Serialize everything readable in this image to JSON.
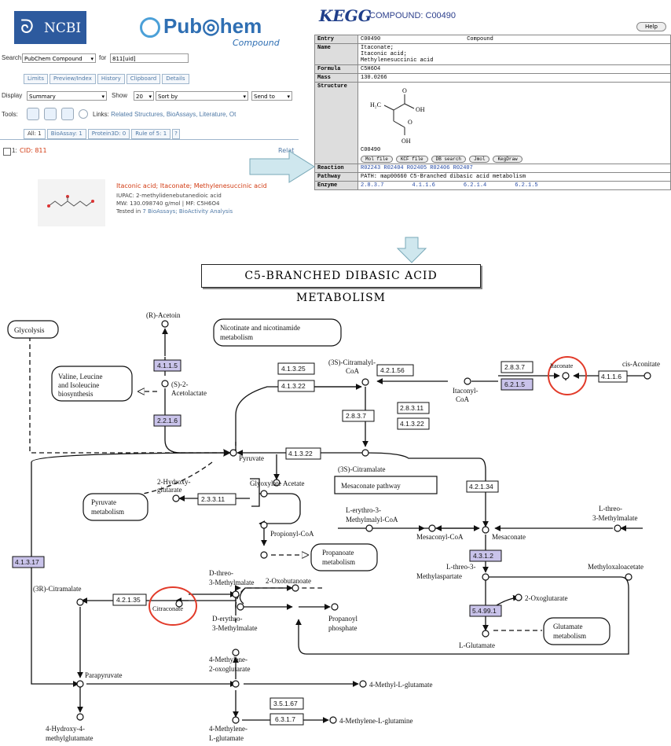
{
  "pubchem": {
    "ncbi_symbol": "ᘐ",
    "ncbi_text": "NCBI",
    "brand": "Pub◎hem",
    "brand_sub": "Compound",
    "search_label": "Search",
    "search_db": "PubChem Compound",
    "for_label": "for",
    "search_value": "811[uid]",
    "tabs": [
      "Limits",
      "Preview/Index",
      "History",
      "Clipboard",
      "Details"
    ],
    "display_label": "Display",
    "display_value": "Summary",
    "show_label": "Show",
    "show_value": "20",
    "sort_value": "Sort by",
    "send_value": "Send to",
    "tools_label": "Tools:",
    "links_label": "Links:",
    "links_text": "Related Structures, BioAssays, Literature, Ot",
    "filter_tabs": [
      "All: 1",
      "BioAssay: 1",
      "Protein3D: 0",
      "Rule of 5: 1"
    ],
    "result_checkbox_label": "1:",
    "result_cid": "CID: 811",
    "result_related": "Relat",
    "result_name": "Itaconic acid; Itaconate; Methylenesuccinic acid",
    "result_iupac": "IUPAC: 2-methylidenebutanedioic acid",
    "result_mw": "MW: 130.098740 g/mol | MF: C5H6O4",
    "result_tested_prefix": "Tested in",
    "result_tested_link": "7 BioAssays;",
    "result_bioactivity": "BioActivity Analysis"
  },
  "kegg": {
    "logo": "KEGG",
    "title": "COMPOUND: C00490",
    "help_button": "Help",
    "entry_label": "Entry",
    "entry_id": "C00490",
    "entry_type": "Compound",
    "name_label": "Name",
    "names": [
      "Itaconate;",
      "Itaconic acid;",
      "Methylenesuccinic acid"
    ],
    "formula_label": "Formula",
    "formula": "C5H6O4",
    "mass_label": "Mass",
    "mass": "130.0266",
    "structure_label": "Structure",
    "structure_id": "C00490",
    "structure_buttons": [
      "Mol file",
      "KCF file",
      "DB search",
      "Jmol",
      "KegDraw"
    ],
    "reaction_label": "Reaction",
    "reactions": "R02243  R02404  R02405  R02406  R02407",
    "pathway_label": "Pathway",
    "pathway_text": "PATH: map00660   C5-Branched dibasic acid metabolism",
    "enzyme_label": "Enzyme",
    "enzymes": [
      "2.8.3.7",
      "4.1.1.6",
      "6.2.1.4",
      "6.2.1.5"
    ]
  },
  "banner": "C5-BRANCHED DIBASIC ACID METABOLISM",
  "diagram": {
    "glycolysis": "Glycolysis",
    "r_acetoin": "(R)-Acetoin",
    "nicotinate": [
      "Nicotinate and nicotinamide",
      "metabolism"
    ],
    "valine": [
      "Valine, Leucine",
      "and Isoleucine",
      "biosynthesis"
    ],
    "s2_acetolactate": [
      "(S)-2-",
      "Acetolactate"
    ],
    "s3_citramalyl": [
      "(3S)-Citramalyl-",
      "CoA"
    ],
    "itaconyl_coa": [
      "Itaconyl-",
      "CoA"
    ],
    "itaconate": "Itaconate",
    "cis_aconitate": "cis-Aconitate",
    "pyruvate": "Pyruvate",
    "acetate": "Acetate",
    "s3_citramalate": "(3S)-Citramalate",
    "mesaconate_pathway": "Mesaconate pathway",
    "pyruvate_metabolism": [
      "Pyruvate",
      "metabolism"
    ],
    "hydroxyglutarate": [
      "2-Hydroxy-",
      "glutarate"
    ],
    "glyoxylate": "Glyoxylate",
    "erythro_malyl": [
      "L-erythro-3-",
      "Methylmalyl-CoA"
    ],
    "mesaconyl_coa": "Mesaconyl-CoA",
    "mesaconate": "Mesaconate",
    "threo_methylmalate": [
      "L-threo-",
      "3-Methylmalate"
    ],
    "propionyl_coa": "Propionyl-CoA",
    "propanoate": [
      "Propanoate",
      "metabolism"
    ],
    "d_threo": [
      "D-threo-",
      "3-Methylmalate"
    ],
    "l_threo_aspartate": [
      "L-threo-3-",
      "Methylaspartate"
    ],
    "methyloxaloacetate": "Methyloxaloacetate",
    "r_citramalate": "(3R)-Citramalate",
    "citraconate": "Citraconate",
    "oxobutanoate": "2-Oxobutanoate",
    "d_erythro": [
      "D-erythro-",
      "3-Methylmalate"
    ],
    "propanoyl_phosphate": [
      "Propanoyl",
      "phosphate"
    ],
    "oxoglutarate": "2-Oxoglutarate",
    "glutamate_metabolism": [
      "Glutamate",
      "metabolism"
    ],
    "l_glutamate": "L-Glutamate",
    "parapyruvate": "Parapyruvate",
    "methylene_oxoglutarate": [
      "4-Methylene-",
      "2-oxoglutarate"
    ],
    "methyl_glutamate": "4-Methyl-L-glutamate",
    "hydroxy_methylglutamate": [
      "4-Hydroxy-4-",
      "methylglutamate"
    ],
    "methylene_glutamate": [
      "4-Methylene-",
      "L-glutamate"
    ],
    "methylene_glutamine": "4-Methylene-L-glutamine",
    "ec": {
      "e4115": "4.1.1.5",
      "e2216": "2.2.1.6",
      "e41325": "4.1.3.25",
      "e41322a": "4.1.3.22",
      "e42156": "4.2.1.56",
      "e2837a": "2.8.3.7",
      "e2837b": "2.8.3.7",
      "e6215": "6.2.1.5",
      "e4116": "4.1.1.6",
      "e28311": "2.8.3.11",
      "e41322b": "4.1.3.22",
      "e41322c": "4.1.3.22",
      "e42134": "4.2.1.34",
      "e23311": "2.3.3.11",
      "e4312": "4.3.1.2",
      "e54991": "5.4.99.1",
      "e41317": "4.1.3.17",
      "e42135": "4.2.1.35",
      "e35167": "3.5.1.67",
      "e6317": "6.3.1.7"
    }
  },
  "colors": {
    "enzyme_highlight": "#c9c3ea",
    "circle_red": "#e23b2a",
    "arrow_fill": "#cfe7ee",
    "ncbi_blue": "#2d5a9e"
  }
}
